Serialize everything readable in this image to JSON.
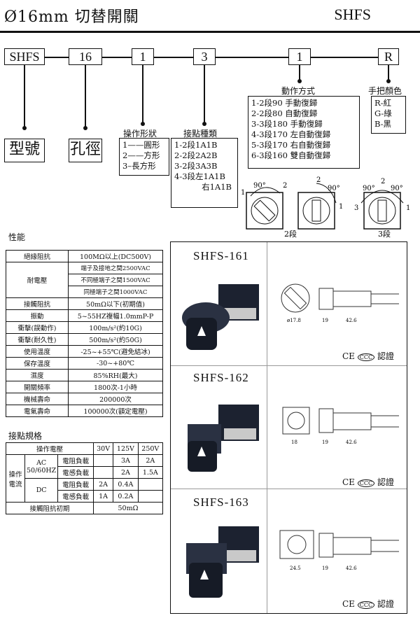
{
  "header": {
    "title": "Ø16mm 切替開關",
    "model": "SHFS"
  },
  "code": {
    "parts": [
      "SHFS",
      "16",
      "1",
      "3",
      "1",
      "R"
    ]
  },
  "labels": {
    "model_no": "型號",
    "hole_dia": "孔徑",
    "shape_title": "操作形狀",
    "shapes": [
      "1——圓形",
      "2——方形",
      "3–長方形"
    ],
    "contact_title": "接點種類",
    "contacts": [
      "1-2段1A1B",
      "2-2段2A2B",
      "3-2段3A3B",
      "4-3段左1A1B",
      "右1A1B"
    ],
    "action_title": "動作方式",
    "actions": [
      "1-2段90  手動復歸",
      "2-2段80  自動復歸",
      "3-3段180 手動復歸",
      "4-3段170 左自動復歸",
      "5-3段170 右自動復歸",
      "6-3段160 雙自動復歸"
    ],
    "color_title": "手把顏色",
    "colors": [
      "R-紅",
      "G-綠",
      "B-黑"
    ]
  },
  "diagram": {
    "angle90": "90°",
    "n1": "1",
    "n2": "2",
    "n3": "3",
    "stage2": "2段",
    "stage3": "3段"
  },
  "performance": {
    "title": "性能",
    "rows": [
      {
        "k": "絕緣阻抗",
        "v": "100MΩ以上(DC500V)"
      },
      {
        "k": "耐電壓",
        "v": "端子及接地之間2500VAC"
      },
      {
        "k": "",
        "v": "不同極端子之間1500VAC"
      },
      {
        "k": "",
        "v": "同極端子之間1000VAC"
      },
      {
        "k": "接觸阻抗",
        "v": "50mΩ以下(初期值)"
      },
      {
        "k": "振動",
        "v": "5~55HZ複幅1.0mmP-P"
      },
      {
        "k": "衝擊(誤動作)",
        "v": "100m/s²(約10G)"
      },
      {
        "k": "衝擊(耐久性)",
        "v": "500m/s²(約50G)"
      },
      {
        "k": "使用溫度",
        "v": "-25~+55℃(避免結冰)"
      },
      {
        "k": "保存溫度",
        "v": "-30~+80℃"
      },
      {
        "k": "濕度",
        "v": "85%RH(最大)"
      },
      {
        "k": "開關頻率",
        "v": "1800次-1小時"
      },
      {
        "k": "機械壽命",
        "v": "200000次"
      },
      {
        "k": "電氣壽命",
        "v": "100000次(額定電壓)"
      }
    ]
  },
  "contact_spec": {
    "title": "接點規格",
    "op_voltage": "操作電壓",
    "v30": "30V",
    "v125": "125V",
    "v250": "250V",
    "op_current": "操作電流",
    "ac": "AC 50/60HZ",
    "dc": "DC",
    "res_load": "電阻負載",
    "ind_load": "電感負載",
    "ac_res": [
      "",
      "3A",
      "2A"
    ],
    "ac_ind": [
      "",
      "2A",
      "1.5A"
    ],
    "dc_res": [
      "2A",
      "0.4A",
      ""
    ],
    "dc_ind": [
      "1A",
      "0.2A",
      ""
    ],
    "init_res": "接觸阻抗初期",
    "init_val": "50mΩ"
  },
  "products": [
    {
      "name": "SHFS-161",
      "dims": [
        "ø17.8",
        "19",
        "42.6"
      ]
    },
    {
      "name": "SHFS-162",
      "dims": [
        "18",
        "19",
        "42.6"
      ]
    },
    {
      "name": "SHFS-163",
      "dims": [
        "24.5",
        "19",
        "42.6"
      ]
    }
  ],
  "cert": {
    "ce": "CE",
    "ccc": "CCC",
    "text": "認證"
  }
}
